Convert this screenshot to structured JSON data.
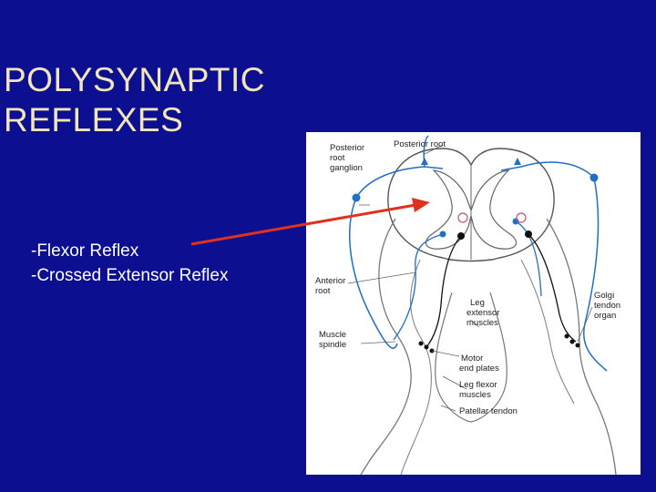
{
  "title": {
    "line1": "POLYSYNAPTIC",
    "line2": "REFLEXES"
  },
  "bullets": [
    "-Flexor Reflex",
    "-Crossed Extensor Reflex"
  ],
  "diagram": {
    "labels": {
      "posterior_root_ganglion_1": "Posterior",
      "posterior_root_ganglion_2": "root",
      "posterior_root_ganglion_3": "ganglion",
      "posterior_root": "Posterior root",
      "anterior_root_1": "Anterior",
      "anterior_root_2": "root",
      "leg_extensor_1": "Leg",
      "leg_extensor_2": "extensor",
      "leg_extensor_3": "muscles",
      "golgi_1": "Golgi",
      "golgi_2": "tendon",
      "golgi_3": "organ",
      "muscle_spindle_1": "Muscle",
      "muscle_spindle_2": "spindle",
      "motor_end_plates_1": "Motor",
      "motor_end_plates_2": "end plates",
      "leg_flexor_1": "Leg flexor",
      "leg_flexor_2": "muscles",
      "patellar_tendon": "Patellar tendon"
    },
    "colors": {
      "sensory": "#1f6fc4",
      "outline": "#555555",
      "pointer_arrow": "#e0301e",
      "background": "#0c0f8f",
      "title": "#f2e6b8"
    }
  }
}
